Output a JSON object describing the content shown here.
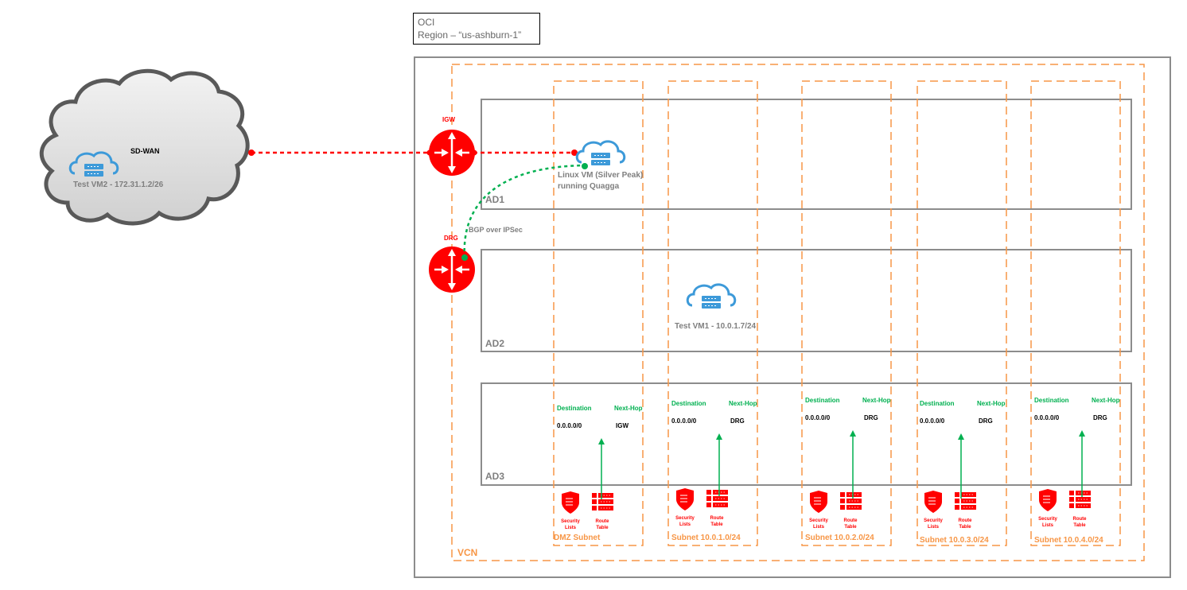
{
  "region": {
    "line1": "OCI",
    "line2": "Region – “us-ashburn-1”"
  },
  "sdwan": {
    "title": "SD-WAN",
    "vm_label": "Test VM2 - 172.31.1.2/26"
  },
  "gateways": {
    "igw_label": "IGW",
    "drg_label": "DRG"
  },
  "linux_vm": {
    "line1": "Linux VM (Silver Peak)",
    "line2": "running Quagga"
  },
  "bgp_label": "BGP over IPSec",
  "vcn_label": "VCN",
  "availability_domains": [
    {
      "label": "AD1"
    },
    {
      "label": "AD2"
    },
    {
      "label": "AD3"
    }
  ],
  "test_vm1": {
    "label": "Test VM1 - 10.0.1.7/24"
  },
  "route_table_headers": {
    "destination": "Destination",
    "next_hop": "Next-Hop"
  },
  "subnets": [
    {
      "name": "DMZ Subnet",
      "destination": "0.0.0.0/0",
      "next_hop": "IGW",
      "security_label_1": "Security",
      "security_label_2": "Lists",
      "route_label_1": "Route",
      "route_label_2": "Table"
    },
    {
      "name": "Subnet 10.0.1.0/24",
      "destination": "0.0.0.0/0",
      "next_hop": "DRG",
      "security_label_1": "Security",
      "security_label_2": "Lists",
      "route_label_1": "Route",
      "route_label_2": "Table"
    },
    {
      "name": "Subnet 10.0.2.0/24",
      "destination": "0.0.0.0/0",
      "next_hop": "DRG",
      "security_label_1": "Security",
      "security_label_2": "Lists",
      "route_label_1": "Route",
      "route_label_2": "Table"
    },
    {
      "name": "Subnet 10.0.3.0/24",
      "destination": "0.0.0.0/0",
      "next_hop": "DRG",
      "security_label_1": "Security",
      "security_label_2": "Lists",
      "route_label_1": "Route",
      "route_label_2": "Table"
    },
    {
      "name": "Subnet 10.0.4.0/24",
      "destination": "0.0.0.0/0",
      "next_hop": "DRG",
      "security_label_1": "Security",
      "security_label_2": "Lists",
      "route_label_1": "Route",
      "route_label_2": "Table"
    }
  ],
  "colors": {
    "oracle_red": "#ff0000",
    "route_green": "#00b050",
    "vcn_orange": "#f79646",
    "frame_gray": "#8c8c8c",
    "cloud_blue": "#3d9ad9"
  }
}
